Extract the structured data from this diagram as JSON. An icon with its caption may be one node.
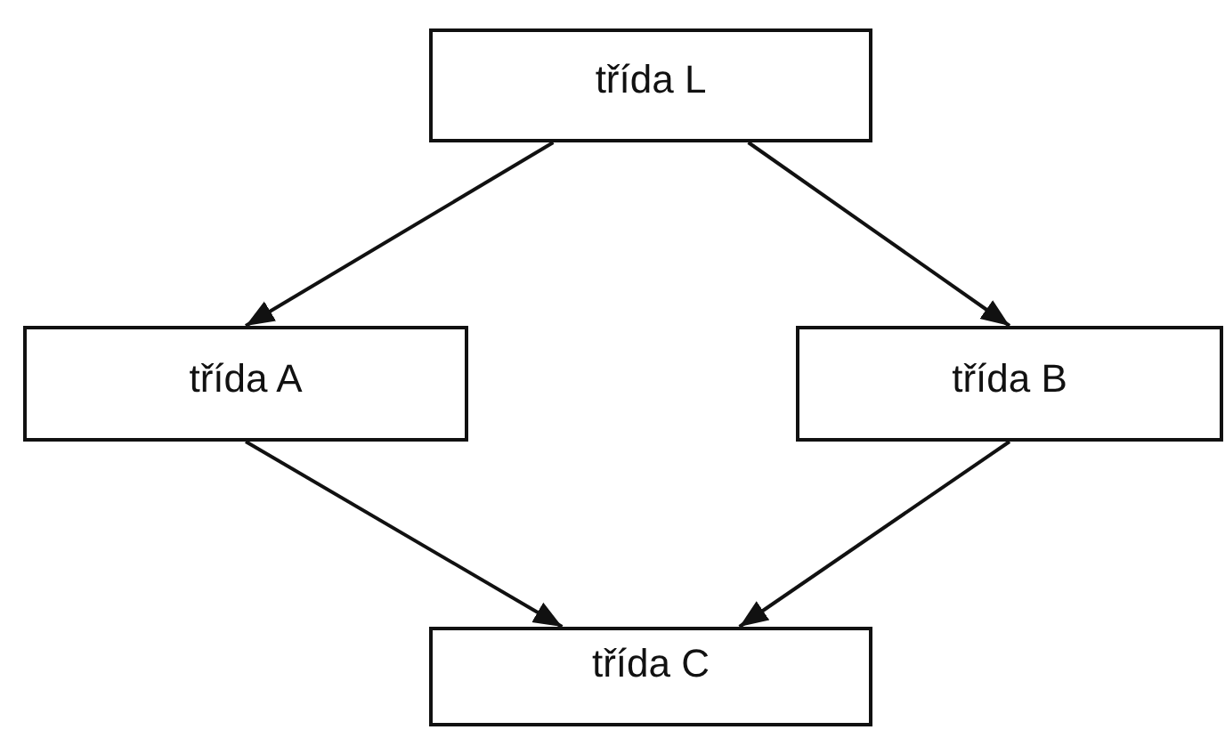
{
  "diagram": {
    "nodes": [
      {
        "text": [
          "třída L"
        ]
      },
      {
        "text": [
          "třída A"
        ]
      },
      {
        "text": [
          "třída B"
        ]
      },
      {
        "text": [
          "třída C"
        ]
      }
    ],
    "edges": [
      {
        "from": 0,
        "to": 1,
        "arrow": "to"
      },
      {
        "from": 0,
        "to": 2,
        "arrow": "to"
      },
      {
        "from": 1,
        "to": 3,
        "arrow": "to"
      },
      {
        "from": 2,
        "to": 3,
        "arrow": "to"
      }
    ]
  }
}
